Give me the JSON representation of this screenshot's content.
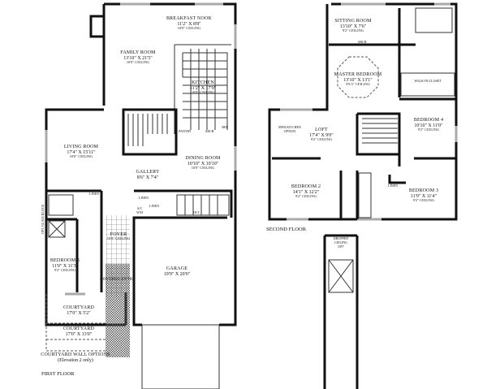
{
  "first_floor": {
    "label": "FIRST FLOOR",
    "rooms": {
      "breakfast_nook": {
        "name": "BREAKFAST NOOK",
        "dims": "11'2\" X 8'8\"",
        "ceiling": "10'0\" CEILING"
      },
      "family_room": {
        "name": "FAMILY ROOM",
        "dims": "13'10\" X 21'5\"",
        "ceiling": "10'0\" CEILING"
      },
      "kitchen": {
        "name": "KITCHEN",
        "dims": "11'2\" X 17'9\"",
        "ceiling": "10'0\" CEILING"
      },
      "living_room": {
        "name": "LIVING ROOM",
        "dims": "17'4\" X 15'11\"",
        "ceiling": "10'0\" CEILING"
      },
      "dining_room": {
        "name": "DINING ROOM",
        "dims": "10'10\" X 10'10\"",
        "ceiling": "10'0\" CEILING"
      },
      "gallery": {
        "name": "GALLERY",
        "dims": "8'6\" X 7'4\""
      },
      "bedroom_5": {
        "name": "BEDROOM 5",
        "dims": "11'0\" X 11'3\"",
        "ceiling": "9'2\" CEILING"
      },
      "foyer": {
        "name": "FOYER",
        "ceiling": "10'0\" CEILING"
      },
      "garage": {
        "name": "GARAGE",
        "dims": "19'9\" X 20'0\""
      },
      "covered_entry": {
        "name": "COVERED ENTRY"
      },
      "courtyard_1": {
        "name": "COURTYARD",
        "dims": "17'0\" X 5'2\""
      },
      "courtyard_2": {
        "name": "COURTYARD",
        "dims": "17'0\" X 13'0\""
      }
    },
    "small_labels": {
      "pantry": "PANTRY",
      "arch": "ARCH",
      "ref": "REF",
      "linen1": "LINEN",
      "linen2": "LINEN",
      "linen3": "LINEN",
      "ac": "A/C",
      "wh": "W/H",
      "olt": "OLT",
      "glass_block": "OPT. GLASS BLOCK"
    },
    "courtyard_options": "COURTYARD WALL OPTIONS",
    "courtyard_note": "(Elevation 2 only)"
  },
  "second_floor": {
    "label": "SECOND FLOOR",
    "rooms": {
      "sitting_room": {
        "name": "SITTING ROOM",
        "dims": "13'10\" X 7'6\"",
        "ceiling": "9'2\" CEILING"
      },
      "master_bedroom": {
        "name": "MASTER BEDROOM",
        "dims": "13'10\" X 13'1\"",
        "ceiling": "9'8.5\" CEILING"
      },
      "walk_in_closet": {
        "name": "WALK-IN CLOSET"
      },
      "bedroom_4": {
        "name": "BEDROOM 4",
        "dims": "10'10\" X 11'0\"",
        "ceiling": "9'2\" CEILING"
      },
      "loft": {
        "name": "LOFT",
        "dims": "17'4\" X 9'0\"",
        "ceiling": "9'2\" CEILING"
      },
      "mini_kitchen": {
        "name": "MINI KITCHEN",
        "note": "OPTION"
      },
      "bedroom_2": {
        "name": "BEDROOM 2",
        "dims": "14'1\" X 12'2\"",
        "ceiling": "9'2\" CEILING"
      },
      "bedroom_3": {
        "name": "BEDROOM 3",
        "dims": "11'9\" X 11'4\"",
        "ceiling": "9'2\" CEILING"
      },
      "dropped_ceiling": {
        "name": "DROPPED",
        "note": "CEILING",
        "height": "10'0\""
      }
    },
    "small_labels": {
      "arch": "ARCH",
      "linen": "LINEN"
    }
  }
}
